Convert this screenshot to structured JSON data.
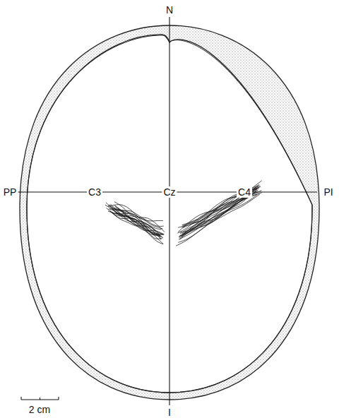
{
  "diagram": {
    "labels": [
      "N",
      "PP",
      "C3",
      "Cz",
      "C4",
      "PI",
      "I",
      "2 cm"
    ]
  }
}
